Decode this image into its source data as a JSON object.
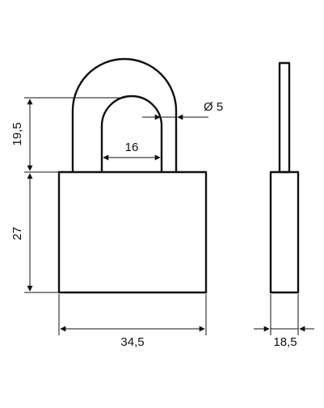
{
  "dimensions": {
    "shackle_height": "19,5",
    "inner_width": "16",
    "shackle_diameter": "Ø 5",
    "body_height": "27",
    "body_width": "34,5",
    "thickness": "18,5"
  },
  "colors": {
    "line": "#111111",
    "background": "#ffffff"
  }
}
